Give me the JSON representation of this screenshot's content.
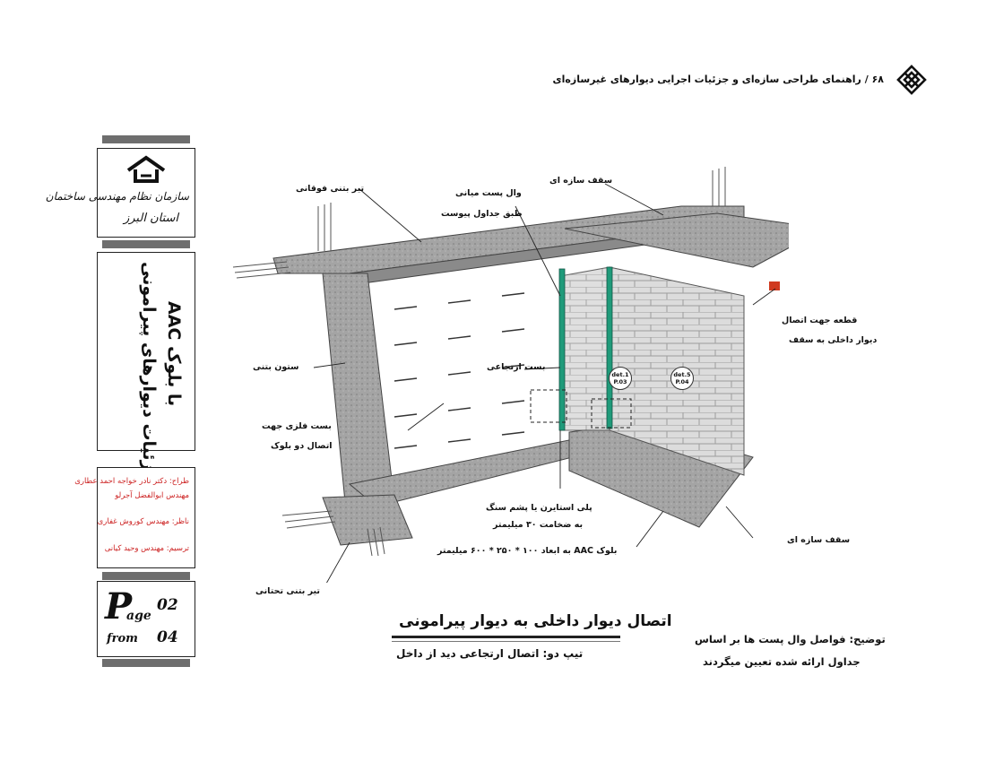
{
  "header": {
    "text": "۶۸ / راهنمای طراحی سازه‌ای و جزئیات اجرایی دیوارهای غیرسازه‌ای",
    "logo_icon": "knot-emblem-icon"
  },
  "sidebar": {
    "org_icon": "house-emblem-icon",
    "org_line1": "سازمان نظام مهندسی ساختمان",
    "org_line2": "استان البرز",
    "title_line1": "جزئیات دیوارهای پیرامونی",
    "title_line2": "با بلوک AAC",
    "credits": [
      "طراح: دکتر نادر خواجه احمد عطاری",
      "مهندس ابوالفضل آجرلو",
      "ناظر: مهندس کوروش غفاری",
      "ترسیم: مهندس وحید کیانی"
    ],
    "page_letter": "P",
    "page_word": "age",
    "from_word": "from",
    "page_number": "02",
    "page_total": "04"
  },
  "diagram": {
    "labels": {
      "top_beam": "تیر بتنی فوقانی",
      "partition_post": "وال پست میانی",
      "partition_post_ref": "طبق جداول پیوست",
      "structural_roof_top": "سقف سازه ای",
      "roof_connection_piece": "قطعه جهت اتصال",
      "roof_connection_piece_2": "دیوار داخلی به سقف",
      "concrete_column": "ستون بتنی",
      "height_band": "بست ارتجاعی",
      "metal_clamp": "بست فلزی جهت",
      "metal_clamp_2": "اتصال دو بلوک",
      "foam_strip": "پلی استایرن یا پشم سنگ",
      "foam_strip_2": "به ضخامت ۳۰ میلیمتر",
      "aac_block": "بلوک AAC به ابعاد ۱۰۰ * ۲۵۰ * ۶۰۰ میلیمتر",
      "structural_floor_bottom": "سقف سازه ای",
      "ground_beam": "تیر بتنی تحتانی"
    },
    "details": [
      {
        "name": "det.1",
        "ref": "P.03"
      },
      {
        "name": "det.5",
        "ref": "P.04"
      }
    ],
    "colors": {
      "post": "#1f9a7a",
      "bracket": "#d03a20",
      "concrete": "#9a9a9a",
      "block": "#d9d9d9"
    }
  },
  "footer": {
    "title": "اتصال دیوار داخلی به دیوار پیرامونی",
    "subtitle": "تیپ دو: اتصال ارتجاعی     دید از داخل",
    "note_line1": "توضیح: فواصل وال پست ها بر اساس",
    "note_line2": "جداول ارائه شده تعیین میگردند"
  }
}
